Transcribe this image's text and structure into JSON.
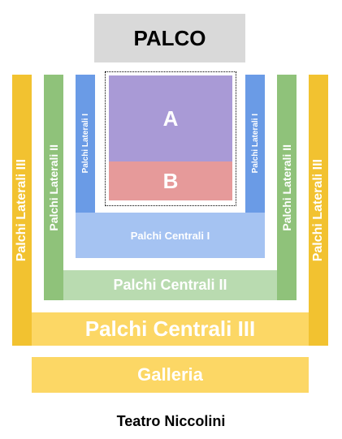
{
  "stage": {
    "label": "PALCO"
  },
  "sections": {
    "a": "A",
    "b": "B",
    "palchi_laterali_i": "Palchi Laterali I",
    "palchi_laterali_ii": "Palchi Laterali II",
    "palchi_laterali_iii": "Palchi Laterali III",
    "palchi_centrali_i": "Palchi Centrali I",
    "palchi_centrali_ii": "Palchi Centrali II",
    "palchi_centrali_iii": "Palchi Centrali III",
    "galleria": "Galleria"
  },
  "venue": {
    "title": "Teatro Niccolini"
  },
  "colors": {
    "stage": "#d9d9d9",
    "laterali_iii": "#f2c230",
    "laterali_ii": "#8fc27a",
    "laterali_i": "#6a9be6",
    "centrali_i": "#a5c3f2",
    "centrali_ii": "#b9dbb0",
    "centrali_iii": "#fcd765",
    "galleria": "#fcd765",
    "section_a": "#a99ad6",
    "section_b": "#e69a9a"
  }
}
